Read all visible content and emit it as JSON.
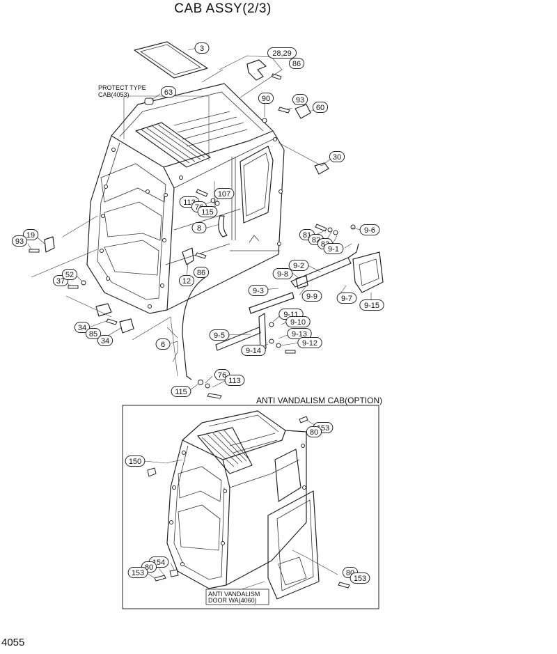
{
  "title": "CAB ASSY(2/3)",
  "page_number": "4055",
  "notes": {
    "protect_type_line1": "PROTECT TYPE",
    "protect_type_line2": "CAB(4053)",
    "option_title": "ANTI VANDALISM CAB(OPTION)",
    "door_line1": "ANTI VANDALISM",
    "door_line2": "DOOR WA(4060)"
  },
  "callouts": [
    "3",
    "28,29",
    "86",
    "63",
    "90",
    "93",
    "60",
    "30",
    "107",
    "113",
    "76",
    "115",
    "8",
    "12",
    "86",
    "6",
    "19",
    "93",
    "37",
    "52",
    "34",
    "85",
    "34",
    "81",
    "82",
    "83",
    "9-6",
    "9-1",
    "9-2",
    "9-8",
    "9-3",
    "9-9",
    "9-7",
    "9-15",
    "9-11",
    "9-10",
    "9-5",
    "9-13",
    "9-12",
    "9-14",
    "76",
    "113",
    "115",
    "153",
    "80",
    "150",
    "154",
    "80",
    "153",
    "80",
    "153"
  ]
}
